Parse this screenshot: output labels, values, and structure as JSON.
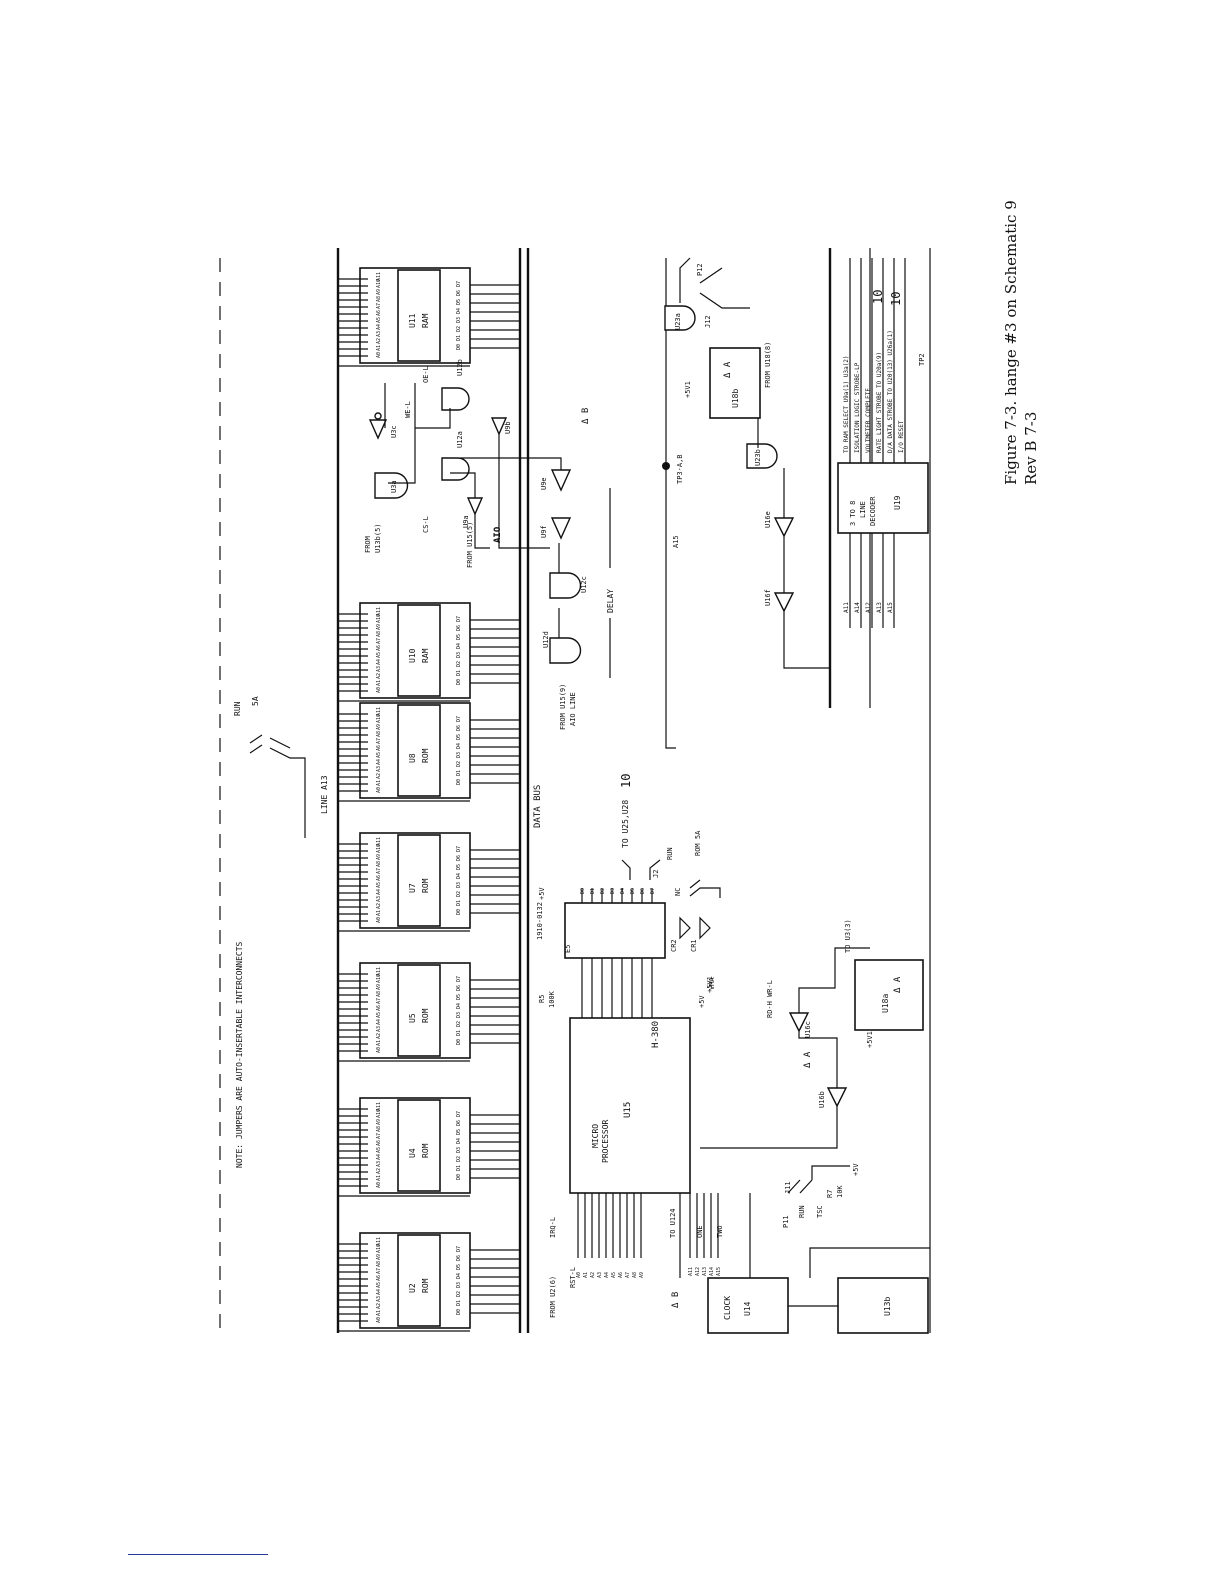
{
  "note": "NOTE: JUMPERS ARE AUTO-INSERTABLE INTERCONNECTS",
  "caption": {
    "line1": "Figure 7-3.    hange #3 on Schematic 9",
    "line2": "Rev B   7-3"
  },
  "chips": {
    "u2": {
      "ref": "U2",
      "type": "ROM"
    },
    "u4": {
      "ref": "U4",
      "type": "ROM"
    },
    "u5": {
      "ref": "U5",
      "type": "ROM"
    },
    "u7": {
      "ref": "U7",
      "type": "ROM"
    },
    "u8": {
      "ref": "U8",
      "type": "ROM"
    },
    "u10": {
      "ref": "U10",
      "type": "RAM"
    },
    "u11": {
      "ref": "U11",
      "type": "RAM"
    },
    "u15": {
      "ref": "U15",
      "type1": "MICRO",
      "type2": "PROCESSOR",
      "part": "H-380"
    },
    "u14": {
      "ref": "U14",
      "type": "CLOCK"
    },
    "u19": {
      "ref": "U19",
      "type1": "3 TO 8",
      "type2": "LINE",
      "type3": "DECODER"
    },
    "u18a": {
      "ref": "U18a"
    },
    "u18b": {
      "ref": "U18b"
    },
    "u13b": {
      "ref": "U13b"
    },
    "e5": {
      "ref": "E5"
    }
  },
  "gates": {
    "u3a": "U3a",
    "u3c": "U3c",
    "u12a": "U12a",
    "u12b": "U12b",
    "u9a": "U9a",
    "u9b": "U9b",
    "u9e": "U9e",
    "u9f": "U9f",
    "u12c": "U12c",
    "u12d": "U12d",
    "u23b": "U23b",
    "u23a": "U23a",
    "u16e": "U16e",
    "u16f": "U16f",
    "u16b": "U16b",
    "u16c": "U16c"
  },
  "labels": {
    "data_bus": "DATA BUS",
    "delay": "DELAY",
    "aio": "AIO",
    "from_u15_aio": "FROM U15(9)",
    "aio_line": "AIO LINE",
    "from_u18": "FROM U18(8)",
    "from_u19": "FROM U15(5)",
    "from_u13": "FROM",
    "from_u13b": "U13b(5)",
    "tp3": "TP3-A,B",
    "a15": "A15",
    "to_u25": "TO U25,U28",
    "rn1_value": "1910-0132",
    "r5": "R5",
    "r5_value": "100K",
    "r7": "R7",
    "r7_value": "10K",
    "plus5v": "+5V",
    "plus5vi": "+5V1",
    "rst": "RST-L",
    "irq": "IRQ-L",
    "from_u2": "FROM U2(6)",
    "to_u124": "TO U124",
    "to_u31": "TO U3(3)",
    "vma": "VMA",
    "rd_wr": "RD-H  WR-L",
    "one": "ONE",
    "two": "TWO",
    "line_a13": "LINE A13",
    "run": "RUN",
    "sa": "5A",
    "tsc": "TSC",
    "rom5a": "ROM  5A",
    "nc": "NC",
    "cr1": "CR1",
    "cr2": "CR2",
    "j2": "J2",
    "j11": "J11",
    "j12": "J12",
    "p11": "P11",
    "p12": "P12",
    "tp2": "TP2",
    "we_l": "WE-L",
    "oe_l": "OE-L",
    "cs_l": "CS-L",
    "delta_a": "Δ A",
    "delta_b": "Δ B",
    "ten": "10"
  },
  "decoder_outputs": [
    "TO RAM SELECT U9a(1) U3a(2)",
    "ISOLATION LOGIC STROBE-LP",
    "VOLTMETER COMPLETE",
    "RATE LIGHT STROBE TO U20a(9)",
    "D/A DATA STROBE TO U20(13) U26a(1)",
    "I/O RESET"
  ],
  "decoder_inputs": [
    "A11",
    "A14",
    "A12",
    "A13",
    "A15"
  ],
  "address_lines_a": [
    "A0",
    "A1",
    "A2",
    "A3",
    "A4",
    "A5",
    "A6",
    "A7",
    "A8",
    "A9"
  ],
  "address_lines_b": [
    "A11",
    "A12",
    "A13",
    "A14",
    "A15"
  ],
  "data_lines": [
    "D0",
    "D1",
    "D2",
    "D3",
    "D4",
    "D5",
    "D6",
    "D7"
  ],
  "chip_pins": [
    "A0",
    "A1",
    "A2",
    "A3",
    "A4",
    "A5",
    "A6",
    "A7",
    "A8",
    "A9",
    "A10",
    "A11"
  ],
  "chip_data_pins": [
    "D0",
    "D1",
    "D2",
    "D3",
    "D4",
    "D5",
    "D6",
    "D7"
  ]
}
